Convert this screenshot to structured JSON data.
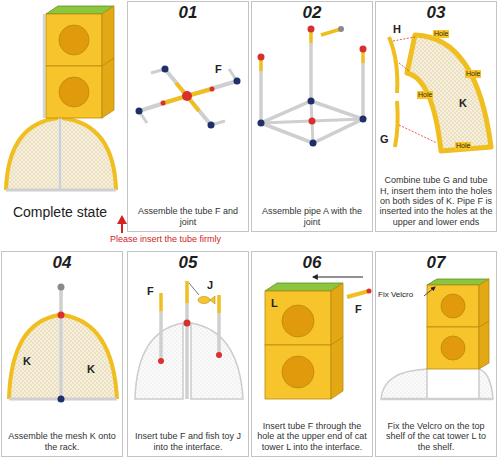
{
  "diagram": {
    "nodes": [
      {
        "text": [
          "Complete state"
        ]
      },
      {
        "text": [
          "01",
          "Assemble the tube F and joint"
        ]
      },
      {
        "text": [
          "02",
          "Assemble pipe A with the joint"
        ]
      },
      {
        "text": [
          "03",
          "Combine tube G and tube H, insert them into the holes on both sides of K. Pipe F is inserted into the holes at the upper and lower ends"
        ]
      },
      {
        "text": [
          "04",
          "Assemble the mesh K onto the rack."
        ]
      },
      {
        "text": [
          "05",
          "Insert tube F and fish toy J into the interface."
        ]
      },
      {
        "text": [
          "06",
          "Insert tube F through the hole at the upper end of cat tower L into the interface."
        ]
      },
      {
        "text": [
          "07",
          "Fix the Velcro on the top shelf of the cat tower L to the shelf."
        ]
      }
    ],
    "labels": [
      "Please insert the tube firmly",
      "F",
      "H",
      "G",
      "K",
      "Hole",
      "Hole",
      "Hole",
      "Hole",
      "K",
      "K",
      "F",
      "J",
      "L",
      "F",
      "Fix Velcro"
    ]
  }
}
